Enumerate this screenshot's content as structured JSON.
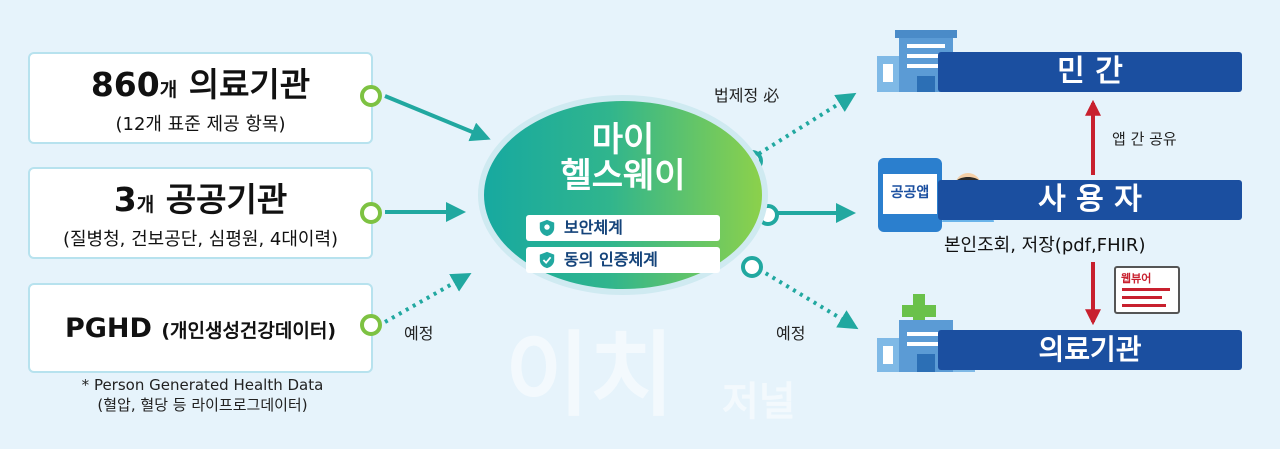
{
  "sources": [
    {
      "count": "860",
      "unit": "개",
      "name": " 의료기관",
      "sub": "(12개 표준 제공 항목)"
    },
    {
      "count": "3",
      "unit": "개",
      "name": " 공공기관",
      "sub": "(질병청, 건보공단, 심평원, 4대이력)"
    },
    {
      "name": "PGHD",
      "paren": "(개인생성건강데이터)"
    }
  ],
  "pghd_note": {
    "line1": "* Person Generated Health Data",
    "line2": "(혈압, 혈당 등 라이프로그데이터)"
  },
  "center": {
    "title_line1": "마이",
    "title_line2": "헬스웨이",
    "pill1": "보안체계",
    "pill2": "동의 인증체계"
  },
  "arrows": {
    "pghd_label": "예정",
    "private_label": "법제정 必",
    "hospital_label": "예정",
    "app_share_label": "앱 간 공유"
  },
  "targets": {
    "private": "민 간",
    "user": "사 용 자",
    "user_sub": "본인조회, 저장(pdf,FHIR)",
    "app_label": "공공앱",
    "viewer_label": "웹뷰어",
    "hospital": "의료기관"
  },
  "watermark": {
    "main": "이치",
    "sub": "저널"
  },
  "colors": {
    "background": "#e6f3fb",
    "navy": "#1b4fa0",
    "teal": "#21a8a0",
    "green": "#7dc242",
    "red": "#c8202e"
  }
}
